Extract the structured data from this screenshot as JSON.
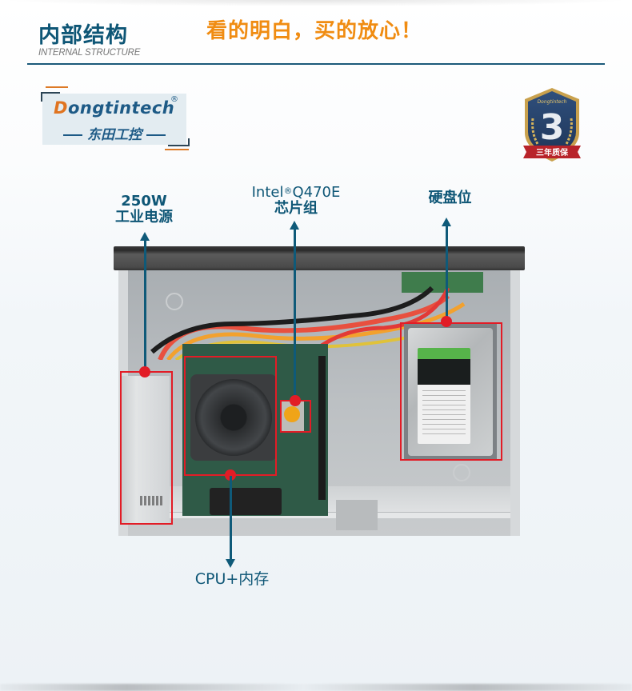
{
  "header": {
    "title_cn": "内部结构",
    "title_en": "INTERNAL STRUCTURE",
    "slogan": "看的明白，买的放心！"
  },
  "brand": {
    "logo_word_initial": "D",
    "logo_word_rest": "ongtintech",
    "logo_registered": "®",
    "logo_cn": "东田工控",
    "logo_icon": "dongtintech-logo"
  },
  "badge": {
    "brand_small": "Dongtintech",
    "number": "3",
    "ribbon_text": "三年质保",
    "icon": "warranty-shield-icon"
  },
  "callouts": [
    {
      "id": "psu",
      "line1": "250W",
      "line2": "工业电源",
      "direction": "up"
    },
    {
      "id": "chipset",
      "line1_prefix": "Intel",
      "line1_sup": "®",
      "line1_suffix": "Q470E",
      "line2": "芯片组",
      "direction": "up"
    },
    {
      "id": "hdd",
      "line1": "硬盘位",
      "direction": "up"
    },
    {
      "id": "cpu",
      "line1": "CPU+内存",
      "direction": "down"
    }
  ],
  "colors": {
    "title_blue": "#0e5676",
    "slogan_orange": "#f08c12",
    "callout_red": "#e21c26",
    "line_blue": "#0f5a79",
    "logo_orange": "#e07420"
  },
  "image": {
    "subject": "industrial-pc-chassis-internal-photo",
    "components": [
      "power-supply",
      "cpu-cooler-fan",
      "chipset-heatsink",
      "motherboard",
      "memory",
      "hard-drive",
      "riser-card",
      "cables"
    ]
  }
}
